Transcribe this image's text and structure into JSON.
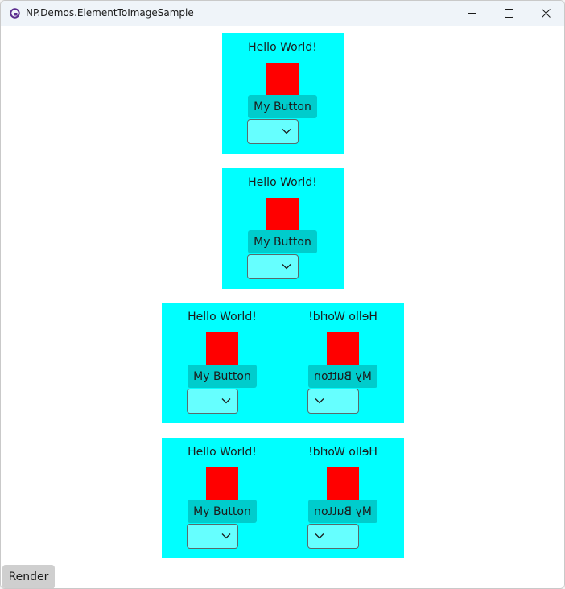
{
  "window": {
    "title": "NP.Demos.ElementToImageSample",
    "icon": "avalonia-app-icon",
    "controls": [
      "minimize-icon",
      "maximize-icon",
      "close-icon"
    ]
  },
  "samples": {
    "hello_text": "Hello World!",
    "button_label": "My Button",
    "combo_selected": "",
    "colors": {
      "background": "#00ffff",
      "square": "#ff0000",
      "button": "#00cccc",
      "combo": "#66ffff"
    }
  },
  "footer": {
    "render_label": "Render"
  }
}
